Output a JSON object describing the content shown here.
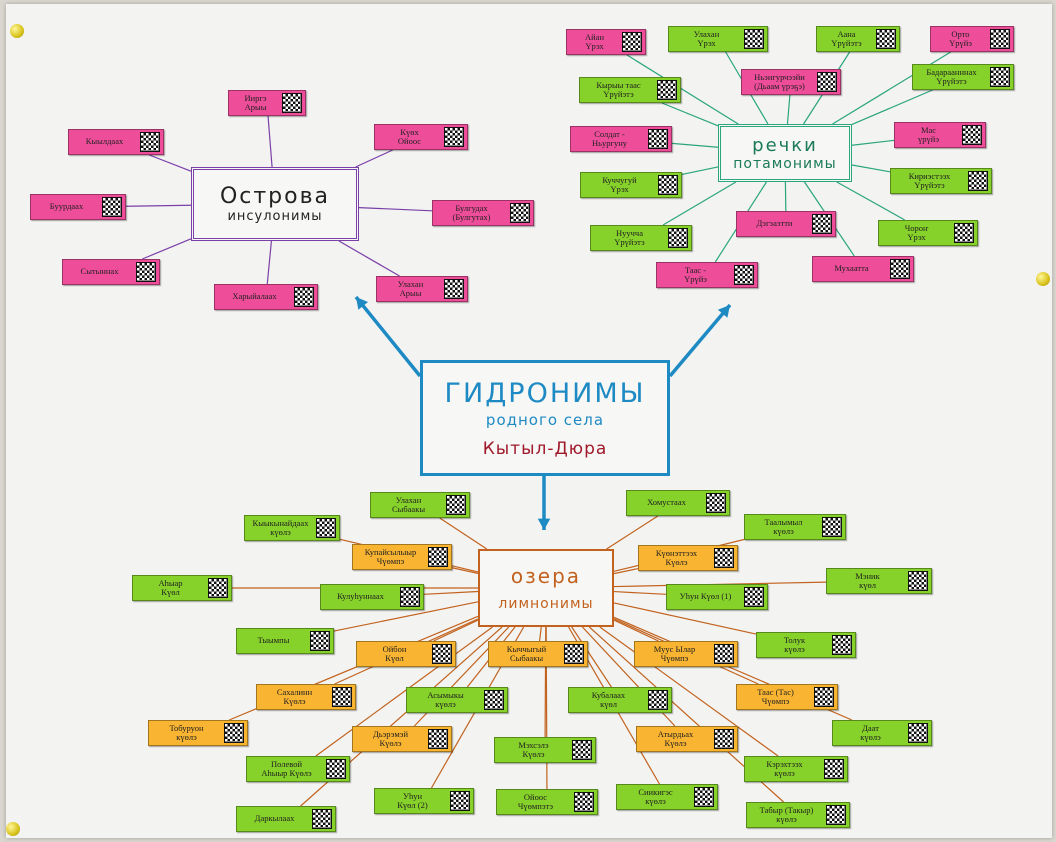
{
  "colors": {
    "pink": "#ee4d9a",
    "green": "#86d12a",
    "orange": "#f9b431",
    "islands_line": "#7a3fa8",
    "rivers_line": "#2aa57e",
    "lakes_line": "#c2621e",
    "center_line": "#1e8ac4"
  },
  "center": {
    "title": "ГИДРОНИМЫ",
    "subtitle": "родного села",
    "village": "Кытыл-Дюра"
  },
  "islands": {
    "title": "Острова",
    "subtitle": "инсулонимы",
    "items": [
      {
        "label": "Ииргэ\nАрыы",
        "color": "pink"
      },
      {
        "label": "Кыылдаах",
        "color": "pink"
      },
      {
        "label": "Күөх\nОйоос",
        "color": "pink"
      },
      {
        "label": "Буурдаах",
        "color": "pink"
      },
      {
        "label": "Булгудах\n(Булгутах)",
        "color": "pink"
      },
      {
        "label": "Сытыннах",
        "color": "pink"
      },
      {
        "label": "Харыйалаах",
        "color": "pink"
      },
      {
        "label": "Улахан\nАрыы",
        "color": "pink"
      }
    ]
  },
  "rivers": {
    "title": "речки",
    "subtitle": "потамонимы",
    "items": [
      {
        "label": "Айан\nҮрэх",
        "color": "pink"
      },
      {
        "label": "Улахан\nҮрэх",
        "color": "green"
      },
      {
        "label": "Аана\nҮрүйэтэ",
        "color": "green"
      },
      {
        "label": "Орто\nҮрүйэ",
        "color": "pink"
      },
      {
        "label": "Ньэигурчээйи\n(Дьаам үрэҕэ)",
        "color": "pink"
      },
      {
        "label": "Кырыы таас\nҮрүйэтэ",
        "color": "green"
      },
      {
        "label": "Бадараанннах\nҮрүйэтэ",
        "color": "green"
      },
      {
        "label": "Солдат -\nНьургуну",
        "color": "pink"
      },
      {
        "label": "Мас\nүрүйэ",
        "color": "pink"
      },
      {
        "label": "Куччугуй\nҮрэх",
        "color": "green"
      },
      {
        "label": "Кириэстээх\nҮрүйэтэ",
        "color": "green"
      },
      {
        "label": "Дэгэаэтти",
        "color": "pink"
      },
      {
        "label": "Нуучча\nҮрүйэтэ",
        "color": "green"
      },
      {
        "label": "Чороҥ\nҮрэх",
        "color": "green"
      },
      {
        "label": "Таас -\nҮрүйэ",
        "color": "pink"
      },
      {
        "label": "Мухаатта",
        "color": "pink"
      }
    ]
  },
  "lakes": {
    "title": "озера",
    "subtitle": "лимнонимы",
    "items": [
      {
        "label": "Улахан\nСыбаакы",
        "color": "green"
      },
      {
        "label": "Хомустаах",
        "color": "green"
      },
      {
        "label": "Кыыкынайдаах\nкүөлэ",
        "color": "green"
      },
      {
        "label": "Таалымыл\nкүөлэ",
        "color": "green"
      },
      {
        "label": "Купайсылыыр\nЧүөмпэ",
        "color": "orange"
      },
      {
        "label": "Күөнэттээх\nКүөлэ",
        "color": "orange"
      },
      {
        "label": "Аһыар\nКүөл",
        "color": "green"
      },
      {
        "label": "Мэник\nкүөл",
        "color": "green"
      },
      {
        "label": "Кулуһуннаах",
        "color": "green"
      },
      {
        "label": "Уһун Күөл (1)",
        "color": "green"
      },
      {
        "label": "Тыымпы",
        "color": "green"
      },
      {
        "label": "Ойбон\nКүөл",
        "color": "orange"
      },
      {
        "label": "Кыччыгый\nСыбаакы",
        "color": "orange"
      },
      {
        "label": "Муус Ылар\nЧүөмпэ",
        "color": "orange"
      },
      {
        "label": "Толук\nкүөлэ",
        "color": "green"
      },
      {
        "label": "Сахалинн\nКүөлэ",
        "color": "orange"
      },
      {
        "label": "Асымыкы\nкүөлэ",
        "color": "green"
      },
      {
        "label": "Кубалаах\nкүөл",
        "color": "green"
      },
      {
        "label": "Таас (Тас)\nЧүөмпэ",
        "color": "orange"
      },
      {
        "label": "Тобуруон\nкүөлэ",
        "color": "orange"
      },
      {
        "label": "Дьэрэмэй\nКүөлэ",
        "color": "orange"
      },
      {
        "label": "Мэхсэлэ\nКүөлэ",
        "color": "green"
      },
      {
        "label": "Атырдьах\nКүөлэ",
        "color": "orange"
      },
      {
        "label": "Даат\nкүөлэ",
        "color": "green"
      },
      {
        "label": "Полевой\nАһыыр Күөлэ",
        "color": "green"
      },
      {
        "label": "Кэрэхтээх\nкүөлэ",
        "color": "green"
      },
      {
        "label": "Уһун\nКүөл (2)",
        "color": "green"
      },
      {
        "label": "Ойоос\nЧүөмпэтэ",
        "color": "green"
      },
      {
        "label": "Сиикигэс\nкүөлэ",
        "color": "green"
      },
      {
        "label": "Даркылаах",
        "color": "green"
      },
      {
        "label": "Табыр (Такыр)\nкүөлэ",
        "color": "green"
      }
    ]
  }
}
